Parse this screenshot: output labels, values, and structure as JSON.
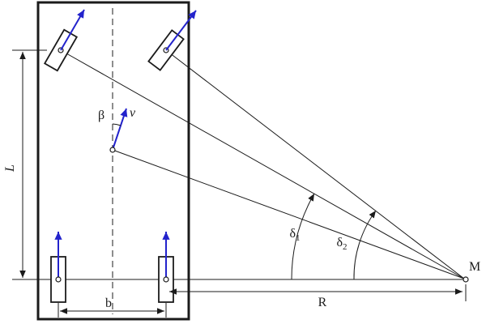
{
  "figure": {
    "description": "vehicle steering geometry diagram",
    "bg": "#ffffff",
    "line_color": "#1b1b1b",
    "arrow_color": "#2323cc",
    "labels": {
      "wheelbase": "L",
      "track_width": "b",
      "turn_radius": "R",
      "rotation_center": "M",
      "velocity": "v",
      "slip_angle": "β",
      "delta_symbol": "δ",
      "delta1_sub": "1",
      "delta2_sub": "2"
    }
  }
}
